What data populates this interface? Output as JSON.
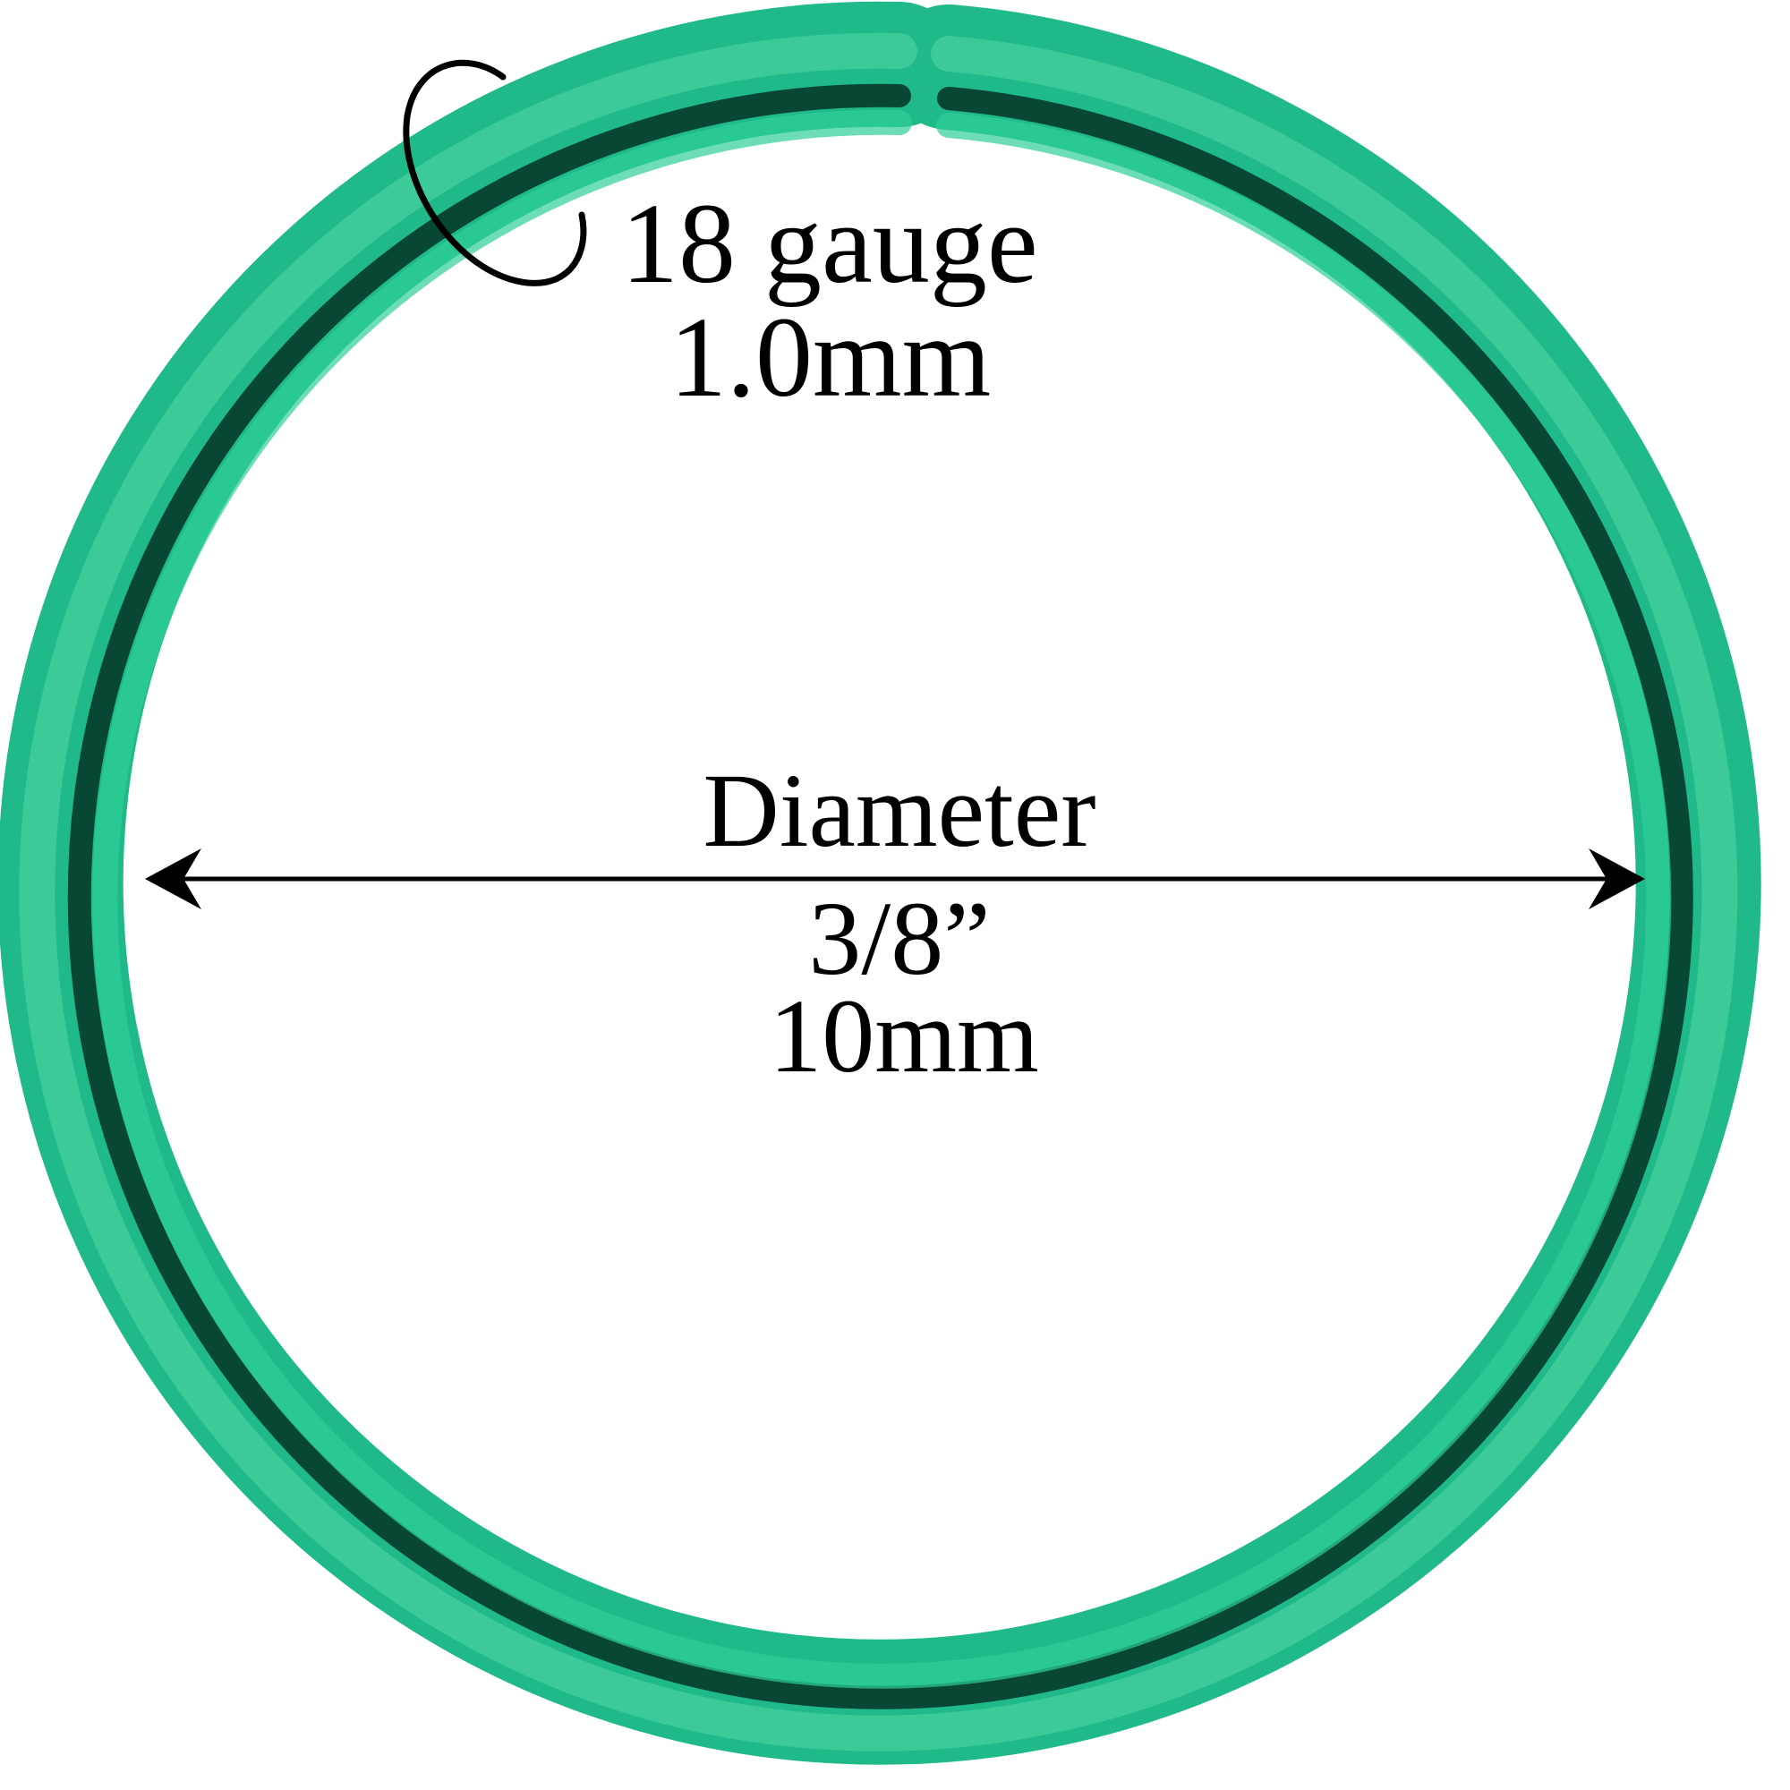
{
  "colors": {
    "ring": "#1fb98a",
    "ring_shadow": "#063b2a",
    "ring_highlight": "#5fe0a8",
    "annotation": "#000000"
  },
  "gauge": {
    "line1": "18 gauge",
    "line2": "1.0mm"
  },
  "diameter": {
    "label": "Diameter",
    "inches": "3/8”",
    "mm": "10mm"
  }
}
